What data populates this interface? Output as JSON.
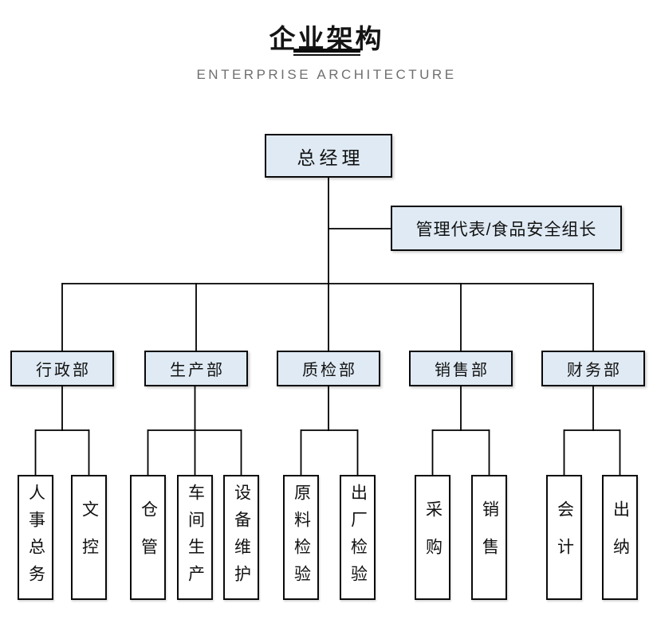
{
  "header": {
    "title": "企业架构",
    "subtitle": "ENTERPRISE ARCHITECTURE"
  },
  "colors": {
    "node_fill": "#dfeaf4",
    "node_border": "#0a0a0a",
    "child_fill": "#ffffff",
    "connector": "#000000",
    "title_text": "#141414",
    "subtitle_text": "#6f6f6f",
    "background": "#ffffff"
  },
  "chart": {
    "root": {
      "label": "总经理"
    },
    "staff": {
      "label": "管理代表/食品安全组长"
    },
    "departments": [
      {
        "label": "行政部",
        "children": [
          {
            "label": "人事总务"
          },
          {
            "label": "文控"
          }
        ]
      },
      {
        "label": "生产部",
        "children": [
          {
            "label": "仓管"
          },
          {
            "label": "车间生产"
          },
          {
            "label": "设备维护"
          }
        ]
      },
      {
        "label": "质检部",
        "children": [
          {
            "label": "原料检验"
          },
          {
            "label": "出厂检验"
          }
        ]
      },
      {
        "label": "销售部",
        "children": [
          {
            "label": "采购"
          },
          {
            "label": "销售"
          }
        ]
      },
      {
        "label": "财务部",
        "children": [
          {
            "label": "会计"
          },
          {
            "label": "出纳"
          }
        ]
      }
    ]
  }
}
